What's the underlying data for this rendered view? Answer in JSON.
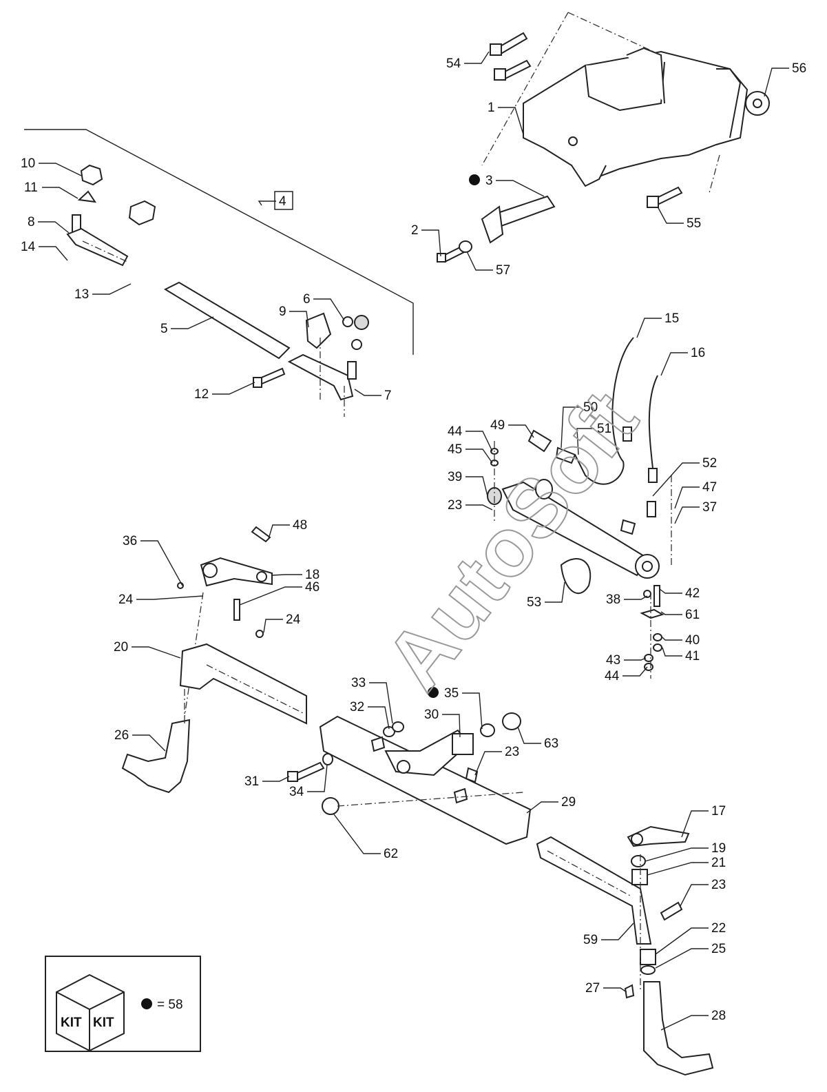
{
  "callouts": [
    "1",
    "2",
    "3",
    "4",
    "5",
    "6",
    "7",
    "8",
    "9",
    "10",
    "11",
    "12",
    "13",
    "14",
    "15",
    "16",
    "17",
    "18",
    "19",
    "20",
    "21",
    "22",
    "23",
    "24",
    "25",
    "26",
    "27",
    "28",
    "29",
    "30",
    "31",
    "32",
    "33",
    "34",
    "35",
    "36",
    "37",
    "38",
    "39",
    "40",
    "41",
    "42",
    "43",
    "44",
    "45",
    "46",
    "47",
    "48",
    "49",
    "50",
    "51",
    "52",
    "53",
    "54",
    "55",
    "56",
    "57",
    "59",
    "61",
    "62",
    "63"
  ],
  "watermark": "AutoSoft",
  "kit": {
    "box_label_left": "KIT",
    "box_label_right": "KIT",
    "legend_text": "= 58"
  }
}
